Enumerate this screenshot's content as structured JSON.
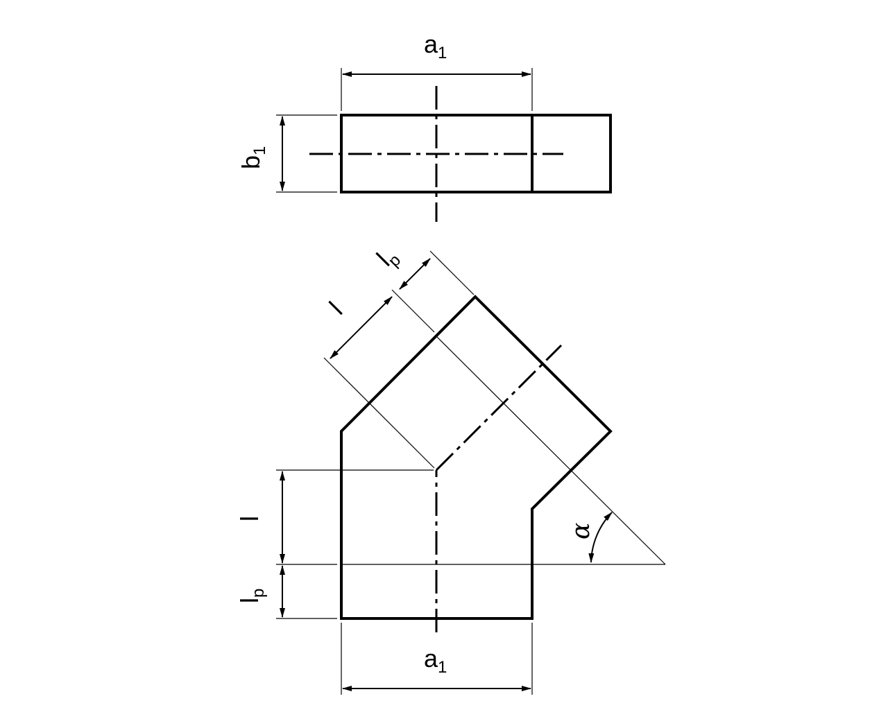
{
  "labels": {
    "top_width": {
      "main": "a",
      "sub": "1"
    },
    "top_height": {
      "main": "b",
      "sub": "1"
    },
    "oblique_lp": {
      "main": "l",
      "sub": "p"
    },
    "oblique_l": {
      "main": "l"
    },
    "vertical_l": {
      "main": "l"
    },
    "vertical_lp": {
      "main": "l",
      "sub": "p"
    },
    "bottom_width": {
      "main": "a",
      "sub": "1"
    },
    "angle": "α"
  }
}
